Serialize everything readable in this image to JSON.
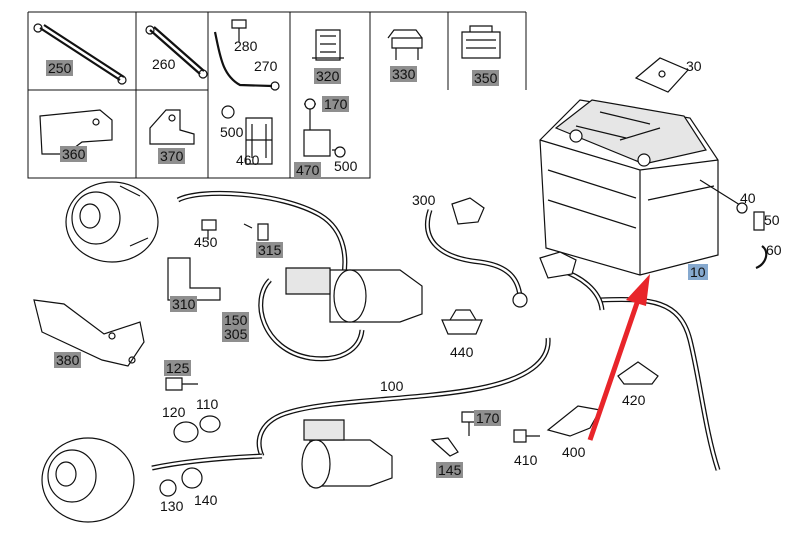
{
  "labels": {
    "l250": "250",
    "l260": "260",
    "l270": "270",
    "l280": "280",
    "l320": "320",
    "l330": "330",
    "l350": "350",
    "l30": "30",
    "l360": "360",
    "l370": "370",
    "l500a": "500",
    "l460": "460",
    "l170a": "170",
    "l470": "470",
    "l500b": "500",
    "l300": "300",
    "l40": "40",
    "l50": "50",
    "l60": "60",
    "l10": "10",
    "l450": "450",
    "l315": "315",
    "l310": "310",
    "l150": "150",
    "l305": "305",
    "l380": "380",
    "l440": "440",
    "l100": "100",
    "l125": "125",
    "l120": "120",
    "l110": "110",
    "l170b": "170",
    "l420": "420",
    "l410": "410",
    "l400": "400",
    "l145": "145",
    "l130": "130",
    "l140": "140"
  },
  "colors": {
    "highlight": "#8f8f8f",
    "highlight_selected": "#86a9cf",
    "arrow": "#e8252a"
  }
}
